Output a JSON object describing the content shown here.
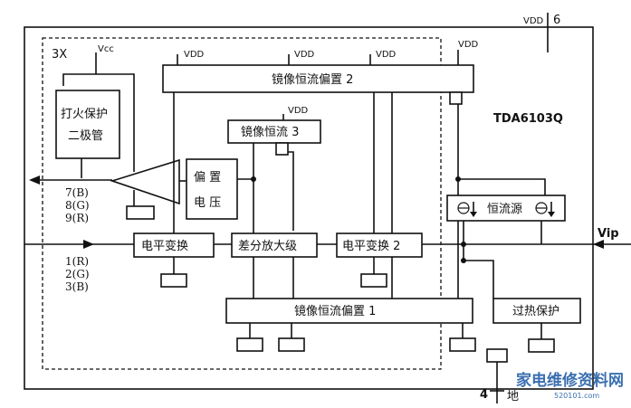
{
  "labels": {
    "vdd_top": "VDD",
    "pin6": "6",
    "vdd_bias2_a": "VDD",
    "vdd_bias2_b": "VDD",
    "vdd_bias2_c": "VDD",
    "vdd_bias2_right": "VDD",
    "three_x": "3X",
    "vcc": "Vcc",
    "mirror_bias_2": "镜像恒流偏置 2",
    "chip_name": "TDA6103Q",
    "vdd_mirror3": "VDD",
    "mirror_current_3": "镜像恒流 3",
    "flash_prot_l1": "打火保护",
    "flash_prot_l2": "二极管",
    "bias_l1": "偏  置",
    "bias_l2": "电  压",
    "const_current_src": "恒流源",
    "vip": "Vip",
    "level_shift": "电平变换",
    "diff_amp": "差分放大级",
    "level_shift_2": "电平变换 2",
    "mirror_bias_1": "镜像恒流偏置 1",
    "over_temp": "过热保护",
    "ground": "地",
    "pin4": "4"
  },
  "outputs": [
    "7(B)",
    "8(G)",
    "9(R)"
  ],
  "inputs": [
    "1(R)",
    "2(G)",
    "3(B)"
  ],
  "watermark": {
    "title": "家电维修资料网",
    "url": "520101.com"
  }
}
